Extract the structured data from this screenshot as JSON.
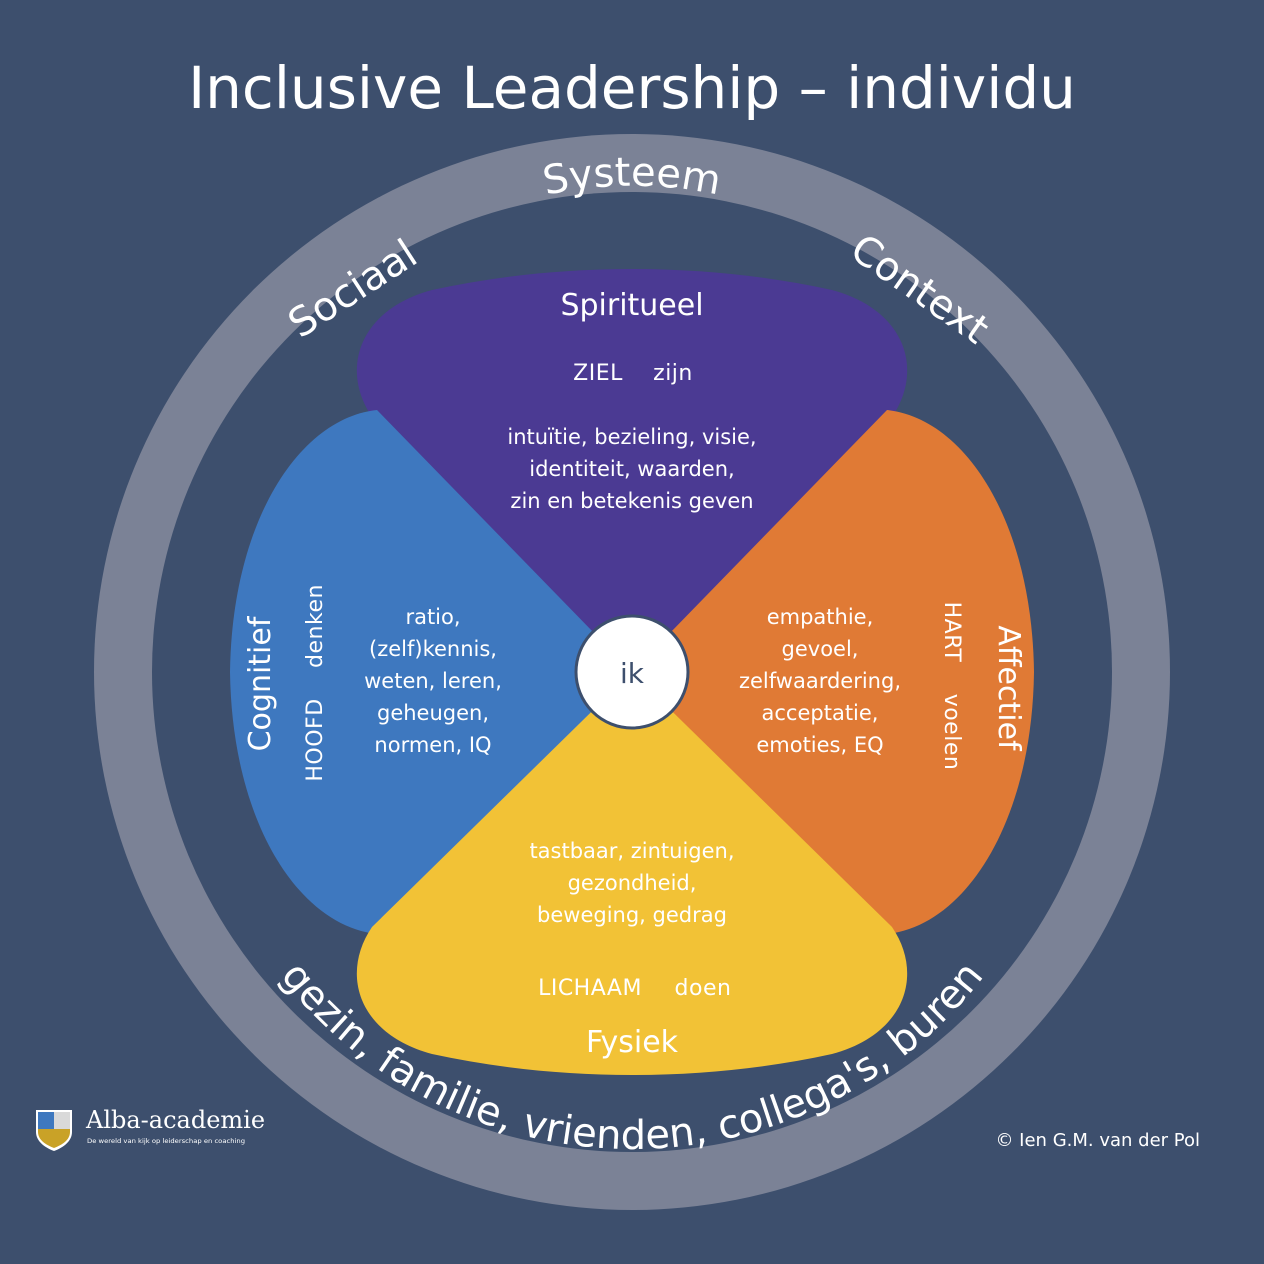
{
  "title": "Inclusive Leadership – individu",
  "outer_ring": {
    "top": "Systeem",
    "left": "Sociaal",
    "right": "Context",
    "bottom": "gezin, familie, vrienden, collega's, buren"
  },
  "center": {
    "label": "ik"
  },
  "spiritueel": {
    "heading": "Spiritueel",
    "key": "ZIEL",
    "verb": "zijn",
    "lines": [
      "intuïtie, bezieling, visie,",
      "identiteit, waarden,",
      "zin en betekenis geven"
    ],
    "color": "#4b3a93"
  },
  "cognitief": {
    "heading": "Cognitief",
    "key": "HOOFD",
    "verb": "denken",
    "lines": [
      "ratio,",
      "(zelf)kennis,",
      "weten, leren,",
      "geheugen,",
      "normen, IQ"
    ],
    "color": "#3e78bf"
  },
  "affectief": {
    "heading": "Affectief",
    "key": "HART",
    "verb": "voelen",
    "lines": [
      "empathie,",
      "gevoel,",
      "zelfwaardering,",
      "acceptatie,",
      "emoties, EQ"
    ],
    "color": "#e07a35"
  },
  "fysiek": {
    "heading": "Fysiek",
    "key": "LICHAAM",
    "verb": "doen",
    "lines": [
      "tastbaar, zintuigen,",
      "gezondheid,",
      "beweging, gedrag"
    ],
    "color": "#f2c236"
  },
  "colors": {
    "background": "#3d4f6d",
    "ring": "#7b8296",
    "inner_disc": "#3d4f6d"
  },
  "logo": {
    "name": "Alba-academie",
    "tagline": "De wereld van kijk op leiderschap en coaching"
  },
  "credit": "© Ien G.M. van der Pol"
}
